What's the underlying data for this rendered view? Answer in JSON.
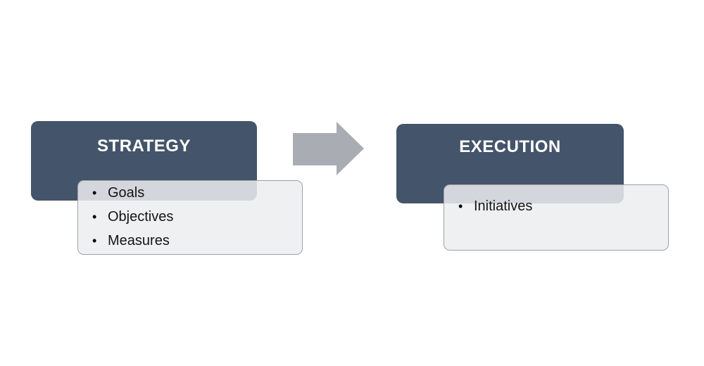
{
  "diagram": {
    "bullet": "•",
    "strategy": {
      "title": "STRATEGY",
      "items": [
        "Goals",
        "Objectives",
        "Measures"
      ]
    },
    "execution": {
      "title": "EXECUTION",
      "items": [
        "Initiatives"
      ]
    },
    "colors": {
      "header_bg": "#44546A",
      "header_text": "#FFFFFF",
      "panel_bg": "#ECEDF0",
      "panel_border": "#9EA1A8",
      "item_text": "#141414",
      "arrow": "#A9ACB3",
      "background": "#FFFFFF"
    }
  }
}
